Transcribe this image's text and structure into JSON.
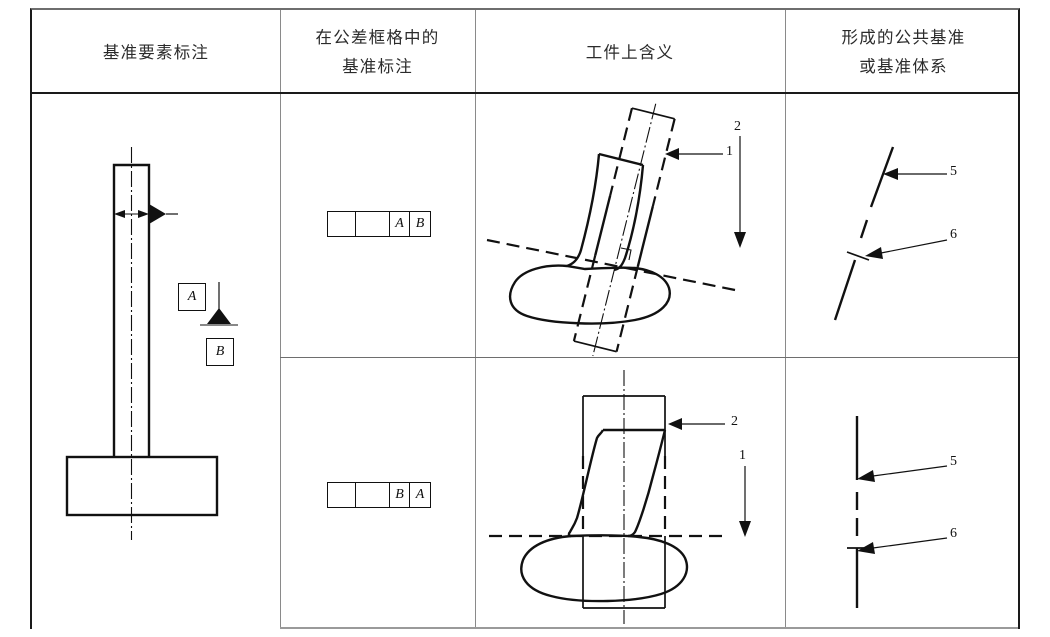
{
  "table": {
    "headers": [
      {
        "lines": [
          "基准要素标注"
        ]
      },
      {
        "lines": [
          "在公差框格中的",
          "基准标注"
        ]
      },
      {
        "lines": [
          "工件上含义"
        ]
      },
      {
        "lines": [
          "形成的公共基准",
          "或基准体系"
        ]
      }
    ],
    "rows": [
      {
        "id": "row-1",
        "tolerance_frame": {
          "segments": [
            "",
            "",
            "A",
            "B"
          ]
        },
        "workpiece_labels": [
          "1",
          "2"
        ],
        "datum_labels": [
          "5",
          "6"
        ]
      },
      {
        "id": "row-2",
        "tolerance_frame": {
          "segments": [
            "",
            "",
            "B",
            "A"
          ]
        },
        "workpiece_labels": [
          "2",
          "1"
        ],
        "datum_labels": [
          "5",
          "6"
        ]
      }
    ],
    "datum_feature_drawing": {
      "datum_a_label": "A",
      "datum_b_label": "B"
    }
  },
  "colors": {
    "line": "#111111",
    "border": "#1a1a1a",
    "grid": "#8a8a8a",
    "text": "#2b2b2b"
  }
}
